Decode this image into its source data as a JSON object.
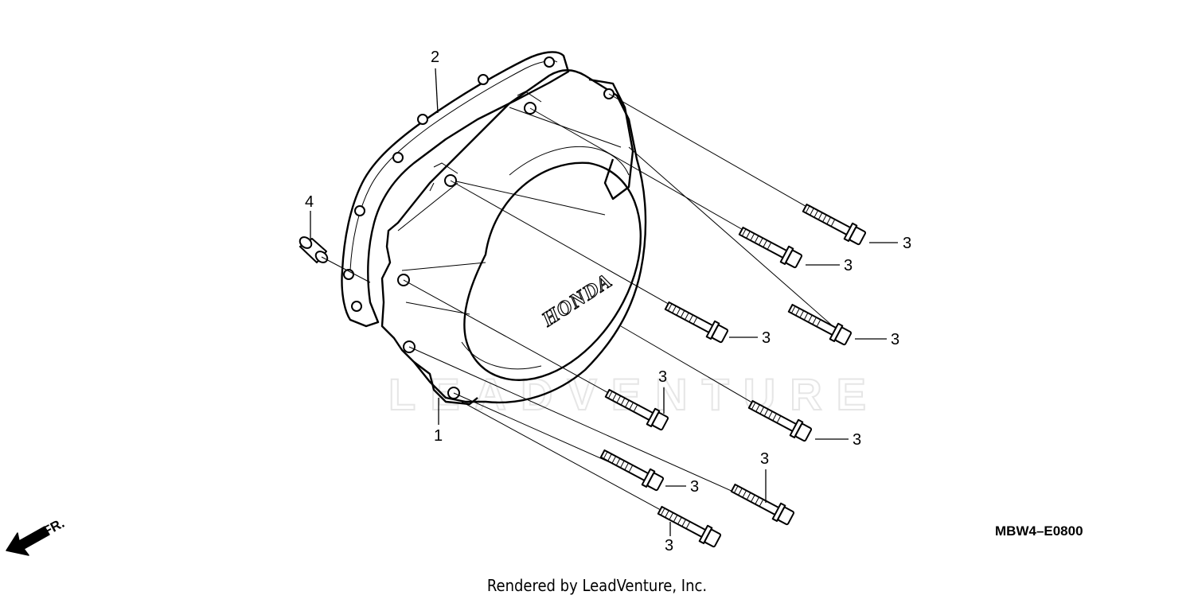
{
  "diagram": {
    "callouts": [
      "1",
      "2",
      "3",
      "4"
    ],
    "logo_text": "HONDA",
    "fr_marker": "FR.",
    "part_code": "MBW4–E0800",
    "footer": "Rendered by LeadVenture, Inc.",
    "watermark": "LEADVENTURE"
  }
}
